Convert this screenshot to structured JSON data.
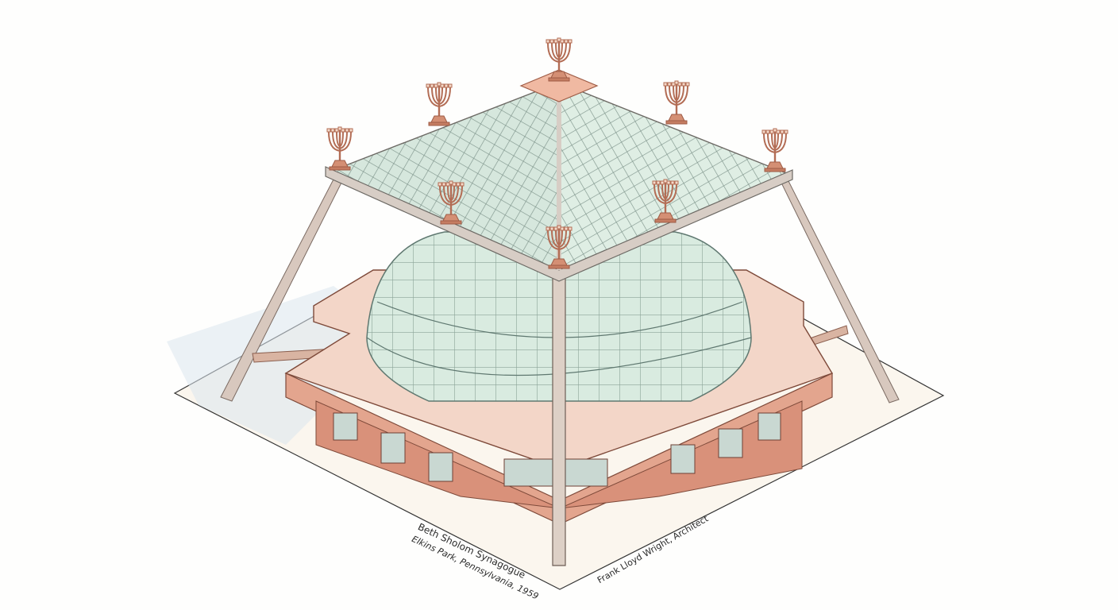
{
  "illustration": {
    "subject": "Beth Sholom Synagogue isometric watercolor illustration",
    "elements": [
      "pyramidal-glass-roof",
      "glass-dome",
      "octagonal-base",
      "steel-tripod-legs",
      "menorah-finials",
      "ground-plane"
    ],
    "colors": {
      "glass": "#cfe3d6",
      "glass_dark": "#a9c7b9",
      "copper": "#c98468",
      "terracotta": "#e3a58e",
      "base_light": "#f3d6c8",
      "ground": "#fbf6ee",
      "ink": "#5a4a44"
    },
    "menorah_count": 8
  },
  "labels": {
    "title": "Beth Sholom Synagogue",
    "location": "Elkins Park, Pennsylvania, 1959",
    "architect": "Frank Lloyd Wright, Architect"
  }
}
